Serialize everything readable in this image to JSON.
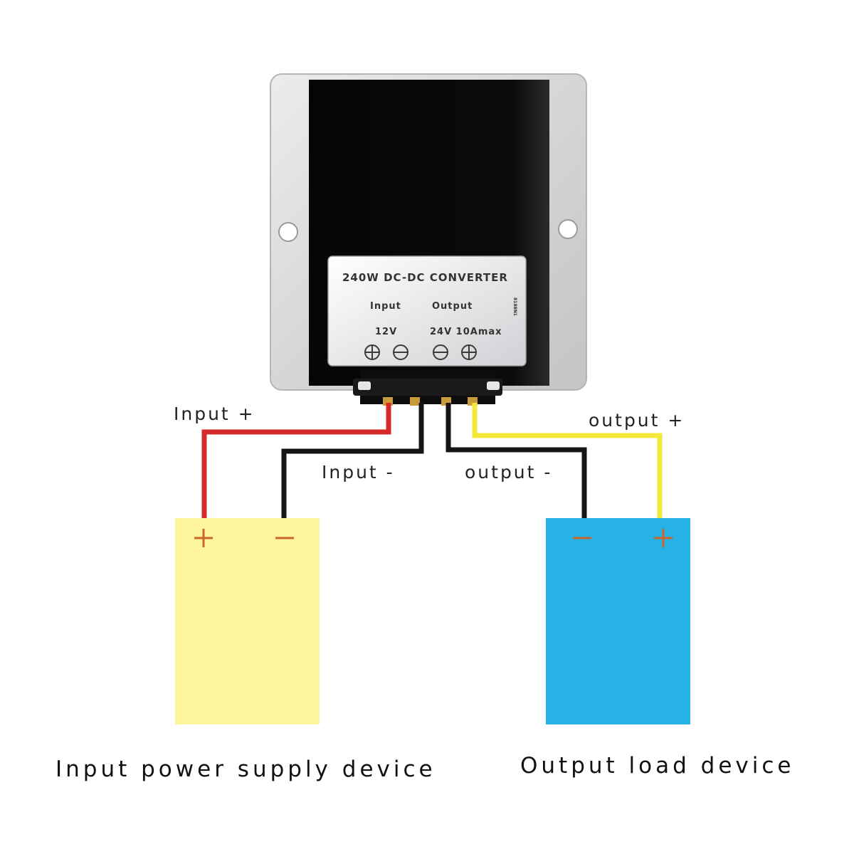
{
  "converter": {
    "label_title": "240W DC-DC CONVERTER",
    "input_header": "Input",
    "output_header": "Output",
    "input_voltage": "12V",
    "output_rating": "24V 10Amax",
    "serial_mark": "8188N1"
  },
  "wires": {
    "input_positive": "Input +",
    "input_negative": "Input -",
    "output_positive": "output +",
    "output_negative": "output -"
  },
  "devices": {
    "input_device": "Input power supply device",
    "output_device": "Output load device"
  },
  "colors": {
    "positive_input_wire": "#d42a2a",
    "negative_wire": "#151515",
    "positive_output_wire": "#f4e83a",
    "input_device_fill": "#fdf59d",
    "output_device_fill": "#26b2e5",
    "pole_symbol": "#c9662a"
  }
}
